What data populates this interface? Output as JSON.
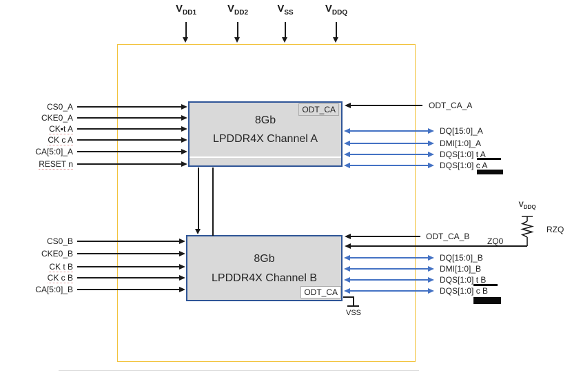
{
  "power_rails": [
    {
      "base": "V",
      "sub": "DD1"
    },
    {
      "base": "V",
      "sub": "DD2"
    },
    {
      "base": "V",
      "sub": "SS"
    },
    {
      "base": "V",
      "sub": "DDQ"
    }
  ],
  "channel_a": {
    "title_line1": "8Gb",
    "title_line2": "LPDDR4X Channel A",
    "odt_pin_label": "ODT_CA",
    "inputs": [
      "CS0_A",
      "CKE0_A",
      "CK▪t A",
      "CK c A",
      "CA[5:0]_A",
      "RESET n"
    ],
    "odt_input_label": "ODT_CA_A",
    "io_signals": [
      "DQ[15:0]_A",
      "DMI[1:0]_A",
      "DQS[1:0] t A",
      "DQS[1:0] c A"
    ]
  },
  "channel_b": {
    "title_line1": "8Gb",
    "title_line2": "LPDDR4X Channel B",
    "odt_pin_label": "ODT_CA",
    "inputs": [
      "CS0_B",
      "CKE0_B",
      "CK t B",
      "CK c B",
      "CA[5:0]_B"
    ],
    "odt_input_label": "ODT_CA_B",
    "io_signals": [
      "DQ[15:0]_B",
      "DMI[1:0]_B",
      "DQS[1:0] t B",
      "DQS[1:0] c B"
    ]
  },
  "zq": {
    "label": "ZQ0",
    "resistor_label": "RZQ",
    "supply": {
      "base": "V",
      "sub": "DDQ"
    }
  },
  "vss_label": "VSS",
  "colors": {
    "package_outline": "#F2C33D",
    "block_fill": "#D9D9D9",
    "block_border": "#2F5597",
    "bus_blue": "#4472C4",
    "wire_black": "#1A1A1A"
  }
}
